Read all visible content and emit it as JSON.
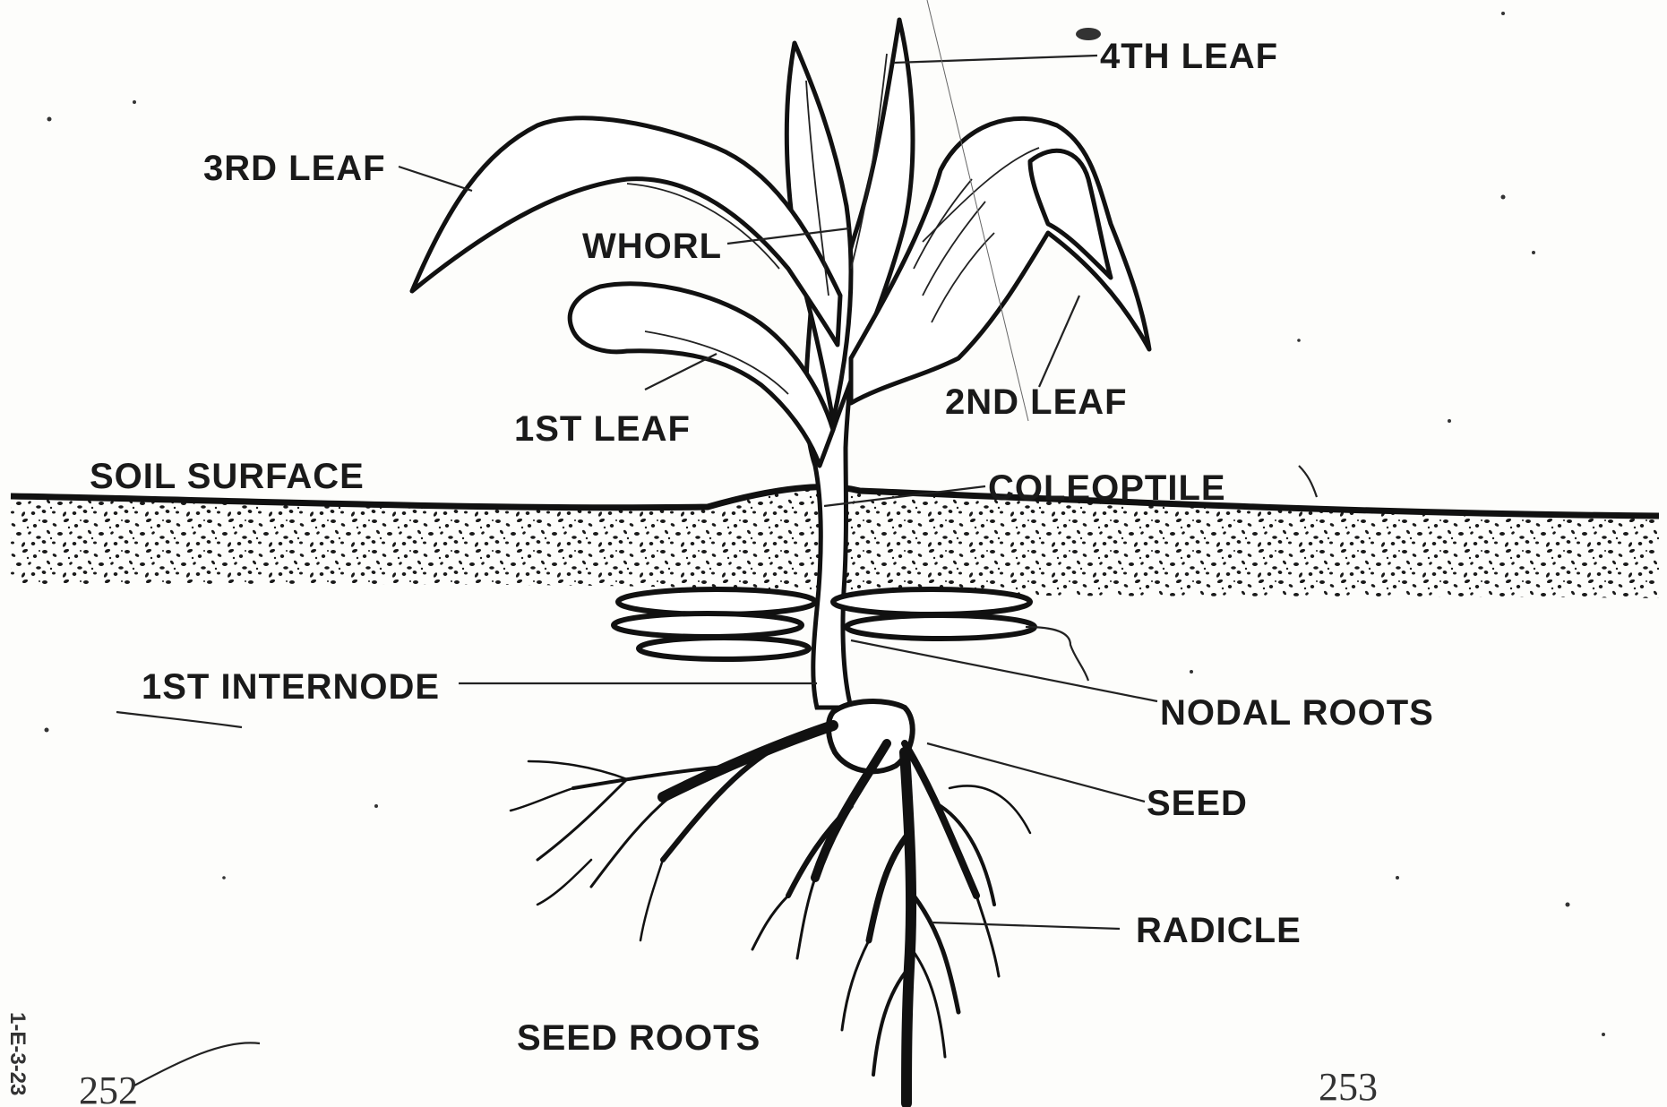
{
  "labels": {
    "fourth_leaf": "4TH LEAF",
    "third_leaf": "3RD LEAF",
    "whorl": "WHORL",
    "second_leaf": "2ND LEAF",
    "first_leaf": "1ST LEAF",
    "soil_surface": "SOIL SURFACE",
    "coleoptile": "COLEOPTILE",
    "first_internode": "1ST INTERNODE",
    "nodal_roots": "NODAL ROOTS",
    "seed": "SEED",
    "radicle": "RADICLE",
    "seed_roots": "SEED ROOTS"
  },
  "page_numbers": {
    "left": "252",
    "right": "253"
  },
  "side_code": "1-E-3-23",
  "colors": {
    "ink": "#111111",
    "paper": "#fdfdfb"
  }
}
